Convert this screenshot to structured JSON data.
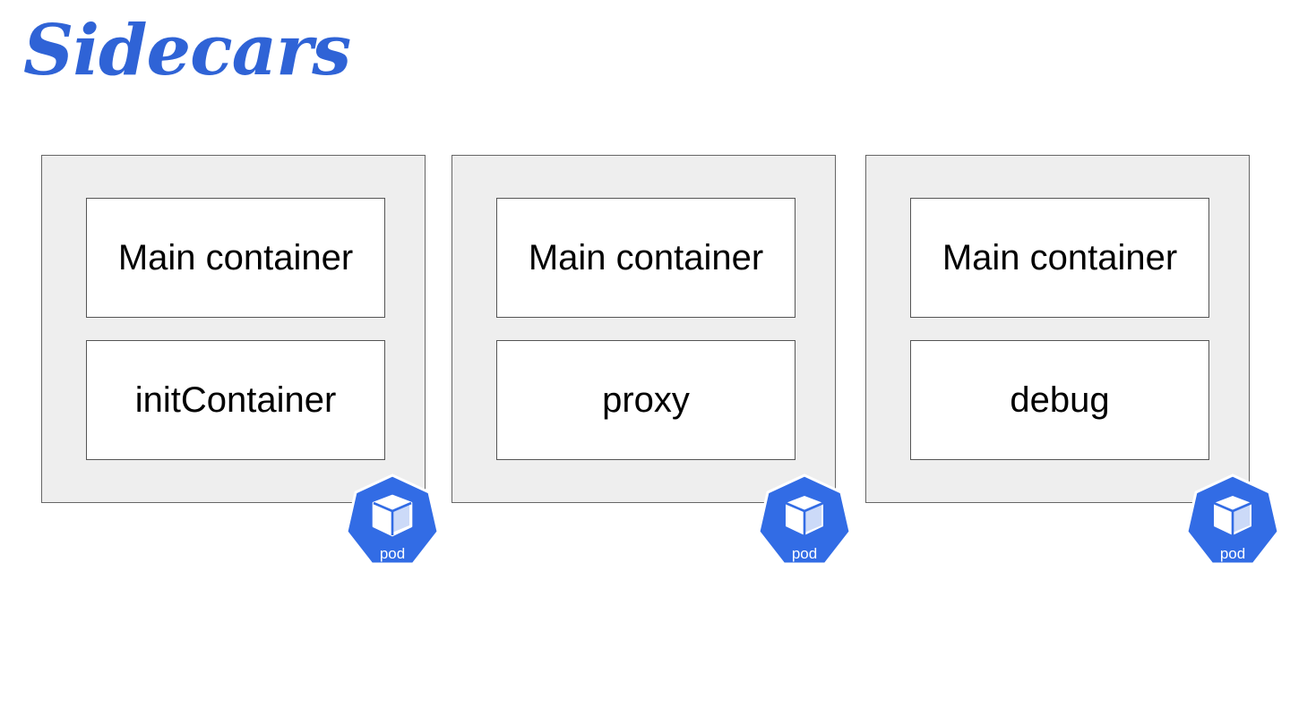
{
  "title": "Sidecars",
  "colors": {
    "accent": "#2f63d6",
    "pod_icon": "#326ce5",
    "pod_background": "#eeeeee"
  },
  "pods": [
    {
      "main_label": "Main container",
      "sidecar_label": "initContainer",
      "icon_label": "pod"
    },
    {
      "main_label": "Main container",
      "sidecar_label": "proxy",
      "icon_label": "pod"
    },
    {
      "main_label": "Main container",
      "sidecar_label": "debug",
      "icon_label": "pod"
    }
  ]
}
